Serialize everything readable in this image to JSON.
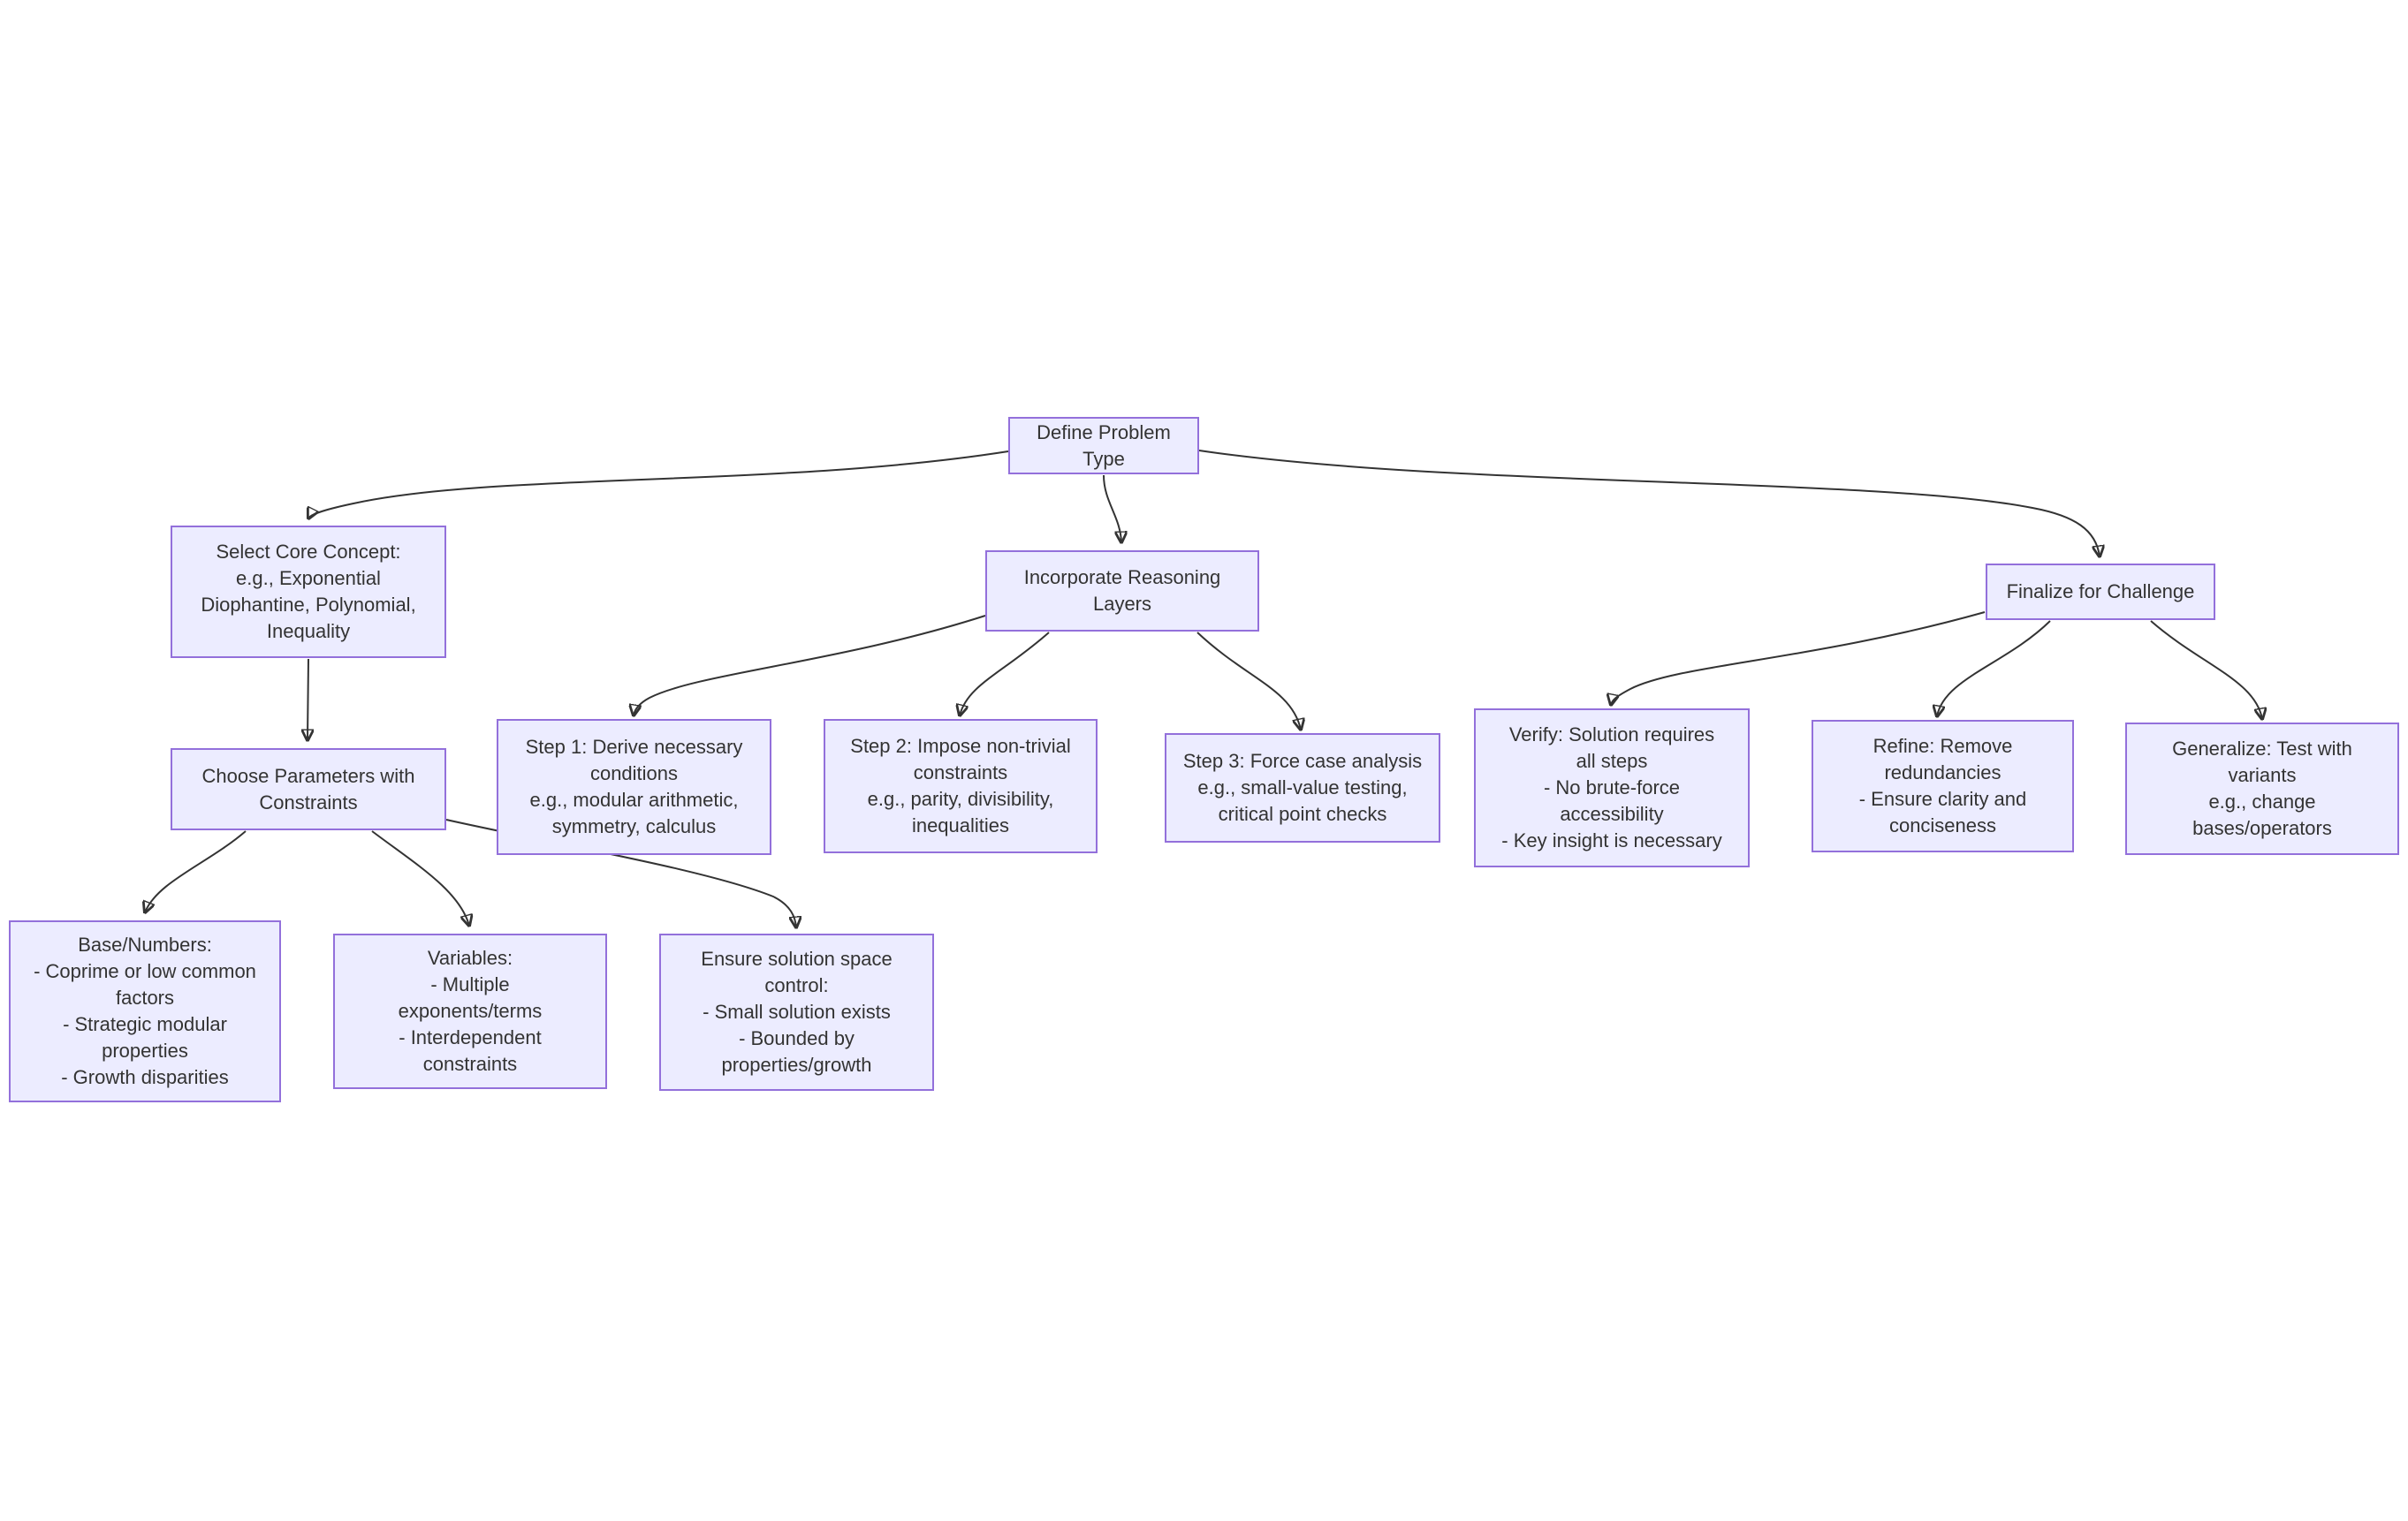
{
  "diagram": {
    "type": "flowchart",
    "direction": "top-down",
    "colors": {
      "background": "#FFFFFF",
      "node_fill": "#ECECFF",
      "node_border": "#9370DB",
      "text": "#333333",
      "edge": "#333333"
    },
    "nodes": {
      "define_problem": {
        "label": "Define Problem Type"
      },
      "select_core": {
        "label": "Select Core Concept:\ne.g., Exponential\nDiophantine, Polynomial,\nInequality"
      },
      "reasoning_layers": {
        "label": "Incorporate Reasoning\nLayers"
      },
      "finalize": {
        "label": "Finalize for Challenge"
      },
      "choose_params": {
        "label": "Choose Parameters with\nConstraints"
      },
      "base_numbers": {
        "label": "Base/Numbers:\n- Coprime or low common\nfactors\n- Strategic modular\nproperties\n- Growth disparities"
      },
      "variables": {
        "label": "Variables:\n- Multiple\nexponents/terms\n- Interdependent\nconstraints"
      },
      "solution_space": {
        "label": "Ensure solution space\ncontrol:\n- Small solution exists\n- Bounded by\nproperties/growth"
      },
      "step1": {
        "label": "Step 1: Derive necessary\nconditions\ne.g., modular arithmetic,\nsymmetry, calculus"
      },
      "step2": {
        "label": "Step 2: Impose non-trivial\nconstraints\ne.g., parity, divisibility,\ninequalities"
      },
      "step3": {
        "label": "Step 3: Force case analysis\ne.g., small-value testing,\ncritical point checks"
      },
      "verify": {
        "label": "Verify: Solution requires\nall steps\n- No brute-force\naccessibility\n- Key insight is necessary"
      },
      "refine": {
        "label": "Refine: Remove\nredundancies\n- Ensure clarity and\nconciseness"
      },
      "generalize": {
        "label": "Generalize: Test with\nvariants\ne.g., change\nbases/operators"
      }
    },
    "edges": [
      {
        "from": "define_problem",
        "to": "select_core"
      },
      {
        "from": "define_problem",
        "to": "reasoning_layers"
      },
      {
        "from": "define_problem",
        "to": "finalize"
      },
      {
        "from": "select_core",
        "to": "choose_params"
      },
      {
        "from": "choose_params",
        "to": "base_numbers"
      },
      {
        "from": "choose_params",
        "to": "variables"
      },
      {
        "from": "choose_params",
        "to": "solution_space"
      },
      {
        "from": "reasoning_layers",
        "to": "step1"
      },
      {
        "from": "reasoning_layers",
        "to": "step2"
      },
      {
        "from": "reasoning_layers",
        "to": "step3"
      },
      {
        "from": "finalize",
        "to": "verify"
      },
      {
        "from": "finalize",
        "to": "refine"
      },
      {
        "from": "finalize",
        "to": "generalize"
      }
    ]
  }
}
